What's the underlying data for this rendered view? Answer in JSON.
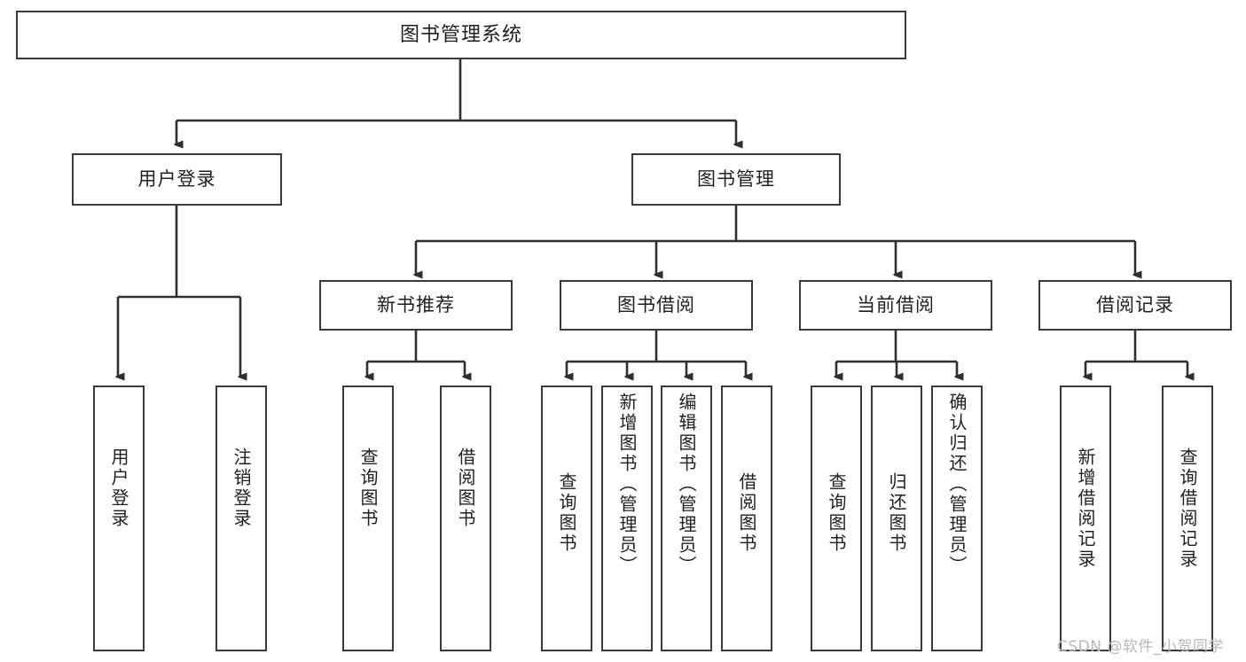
{
  "diagram": {
    "type": "tree-hierarchy",
    "title": "图书管理系统",
    "style": {
      "border_color": "#3a3a3a",
      "fill_color": "#ffffff",
      "text_color": "#1f1f1f",
      "connector_color": "#2f2f2f",
      "background": "#ffffff"
    },
    "root": {
      "label": "图书管理系统"
    },
    "level1": [
      {
        "label": "用户登录"
      },
      {
        "label": "图书管理"
      }
    ],
    "level2": [
      {
        "label": "新书推荐"
      },
      {
        "label": "图书借阅"
      },
      {
        "label": "当前借阅"
      },
      {
        "label": "借阅记录"
      }
    ],
    "leaves": {
      "user_login": [
        {
          "label": "用户登录"
        },
        {
          "label": "注销登录"
        }
      ],
      "new_book_recommend": [
        {
          "label": "查询图书"
        },
        {
          "label": "借阅图书"
        }
      ],
      "book_borrow": [
        {
          "label": "查询图书"
        },
        {
          "label": "新增图书（管理员）"
        },
        {
          "label": "编辑图书（管理员）"
        },
        {
          "label": "借阅图书"
        }
      ],
      "current_borrow": [
        {
          "label": "查询图书"
        },
        {
          "label": "归还图书"
        },
        {
          "label": "确认归还（管理员）"
        }
      ],
      "borrow_record": [
        {
          "label": "新增借阅记录"
        },
        {
          "label": "查询借阅记录"
        }
      ]
    }
  },
  "watermark": {
    "text": "CSDN @软件_小贺同学"
  }
}
